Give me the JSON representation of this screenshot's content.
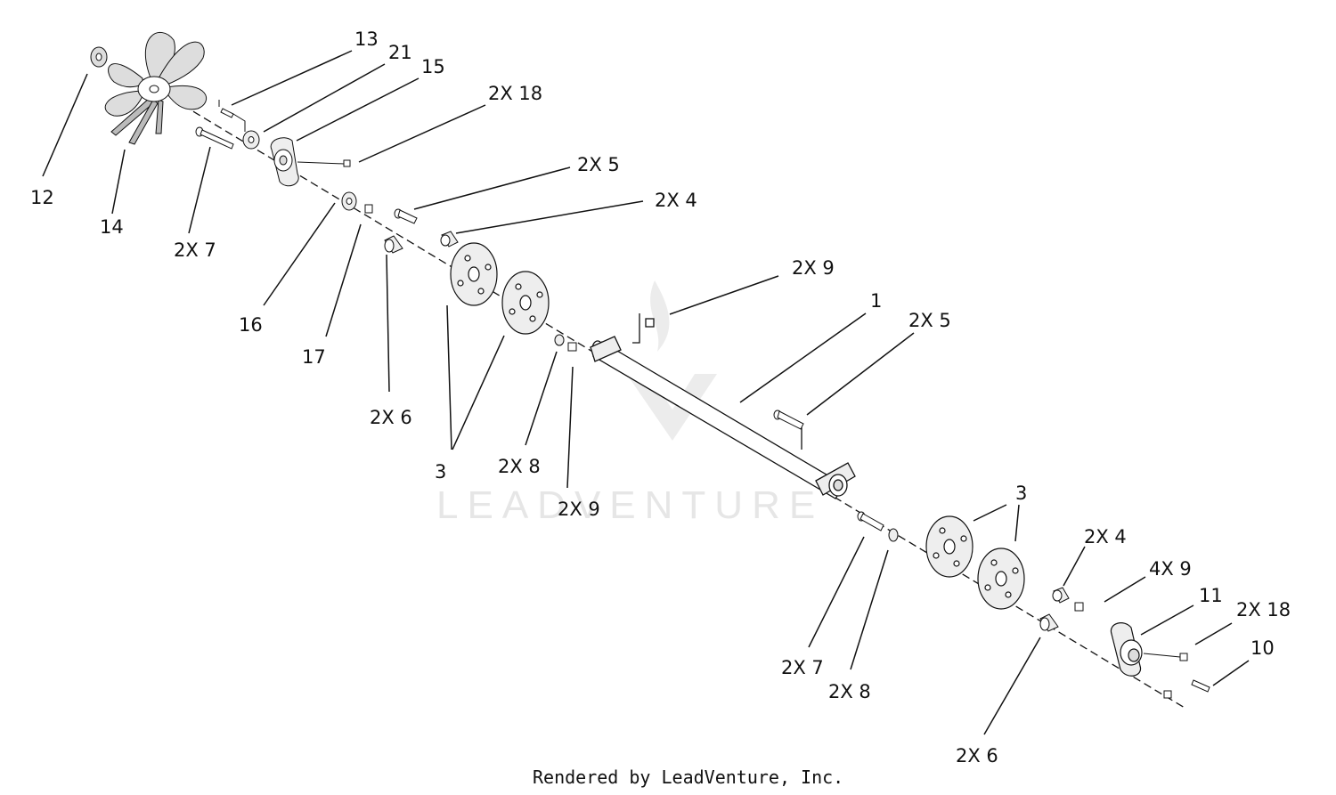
{
  "watermark": "LEADVENTURE",
  "footer": "Rendered by LeadVenture, Inc.",
  "callouts": {
    "c13": "13",
    "c21": "21",
    "c15": "15",
    "c18a": "2X 18",
    "c5a": "2X 5",
    "c4a": "2X 4",
    "c12": "12",
    "c14": "14",
    "c7a": "2X 7",
    "c16": "16",
    "c17": "17",
    "c6a": "2X 6",
    "c3a": "3",
    "c8a": "2X 8",
    "c9a": "2X 9",
    "c9b": "2X 9",
    "c1": "1",
    "c5b": "2X 5",
    "c3b": "3",
    "c4b": "2X 4",
    "c49": "4X 9",
    "c11": "11",
    "c18b": "2X 18",
    "c10": "10",
    "c7b": "2X 7",
    "c8b": "2X 8",
    "c6b": "2X 6"
  },
  "colors": {
    "line": "#111111",
    "part_fill": "#ffffff",
    "part_shade": "#d9d9d9",
    "watermark": "#e6e6e6"
  }
}
